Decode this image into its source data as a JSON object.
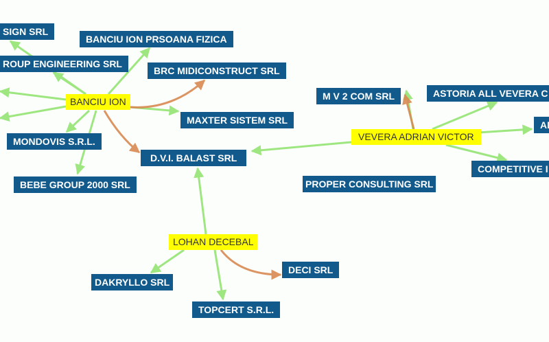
{
  "colors": {
    "company": "#125a8b",
    "person": "#ffff00",
    "edge": "#9ee67f",
    "edge_highlight": "#d98a52"
  },
  "persons": {
    "banciu": "BANCIU ION",
    "vevera": "VEVERA ADRIAN VICTOR",
    "lohan": "LOHAN DECEBAL"
  },
  "companies": {
    "sign": "SIGN SRL",
    "banciu_pf": "BANCIU ION PRSOANA FIZICA",
    "group_eng": "ROUP ENGINEERING SRL",
    "brc": "BRC MIDICONSTRUCT SRL",
    "maxter": "MAXTER SISTEM SRL",
    "mondovis": "MONDOVIS S.R.L.",
    "dvi": "D.V.I. BALAST SRL",
    "bebe": "BEBE GROUP 2000 SRL",
    "mv2": "M V 2 COM SRL",
    "astoria": "ASTORIA ALL VEVERA C",
    "am": "AM",
    "competitive": "COMPETITIVE I",
    "proper": "PROPER CONSULTING SRL",
    "dakryllo": "DAKRYLLO SRL",
    "deci": "DECI SRL",
    "topcert": "TOPCERT S.R.L."
  }
}
